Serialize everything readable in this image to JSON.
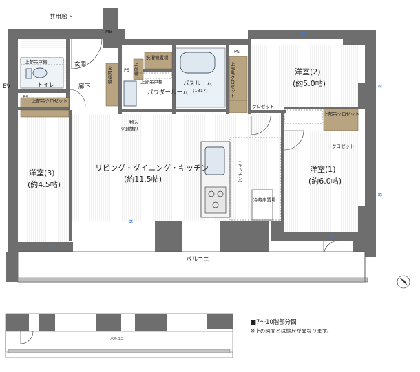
{
  "labels": {
    "common_corridor": "共用廊下",
    "mb": "MB",
    "ps": "PS",
    "ev": "EV",
    "toilet": "トイレ",
    "upper_cabinet": "上部吊戸棚",
    "upper_closet": "上部吊クロゼット",
    "entrance": "玄関",
    "corridor": "廊下",
    "shoe_storage": "玄関収納",
    "laundry_space": "洗濯機置場",
    "upper_shelf": "上部棚",
    "powder_room": "パウダールーム",
    "bathroom": "バスルーム",
    "bathroom_size": "(1317)",
    "storage": "物入",
    "storage_note": "(可動棚)",
    "closet": "クロゼット",
    "upper_hanging_closet": "上部吊クロゼット",
    "ldk": "リビング・ダイニング・キッチン",
    "ldk_size": "(約11.5帖)",
    "kitchen": "(キッチン)",
    "fridge_space": "冷蔵庫置場",
    "room2": "洋室(2)",
    "room2_size": "(約5.0帖)",
    "room1": "洋室(1)",
    "room1_size": "(約6.0帖)",
    "room3": "洋室(3)",
    "room3_size": "(約4.5帖)",
    "balcony": "バルコニー",
    "balcony_small": "バルコニー"
  },
  "legend": {
    "title": "■7～10階部分図",
    "note": "※上の図面とは縮尺が異なります。"
  },
  "icons": {
    "compass": "north-arrow-icon",
    "aircon": "aircon-vent-icon"
  },
  "colors": {
    "wall": "#6e6e6e",
    "wood": "#b9a482",
    "fixture": "#dfe8f0",
    "aircon": "#3a7bd5"
  }
}
